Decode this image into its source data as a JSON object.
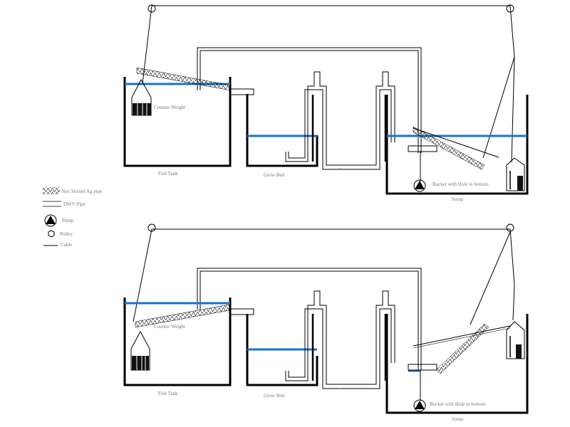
{
  "diagrams": [
    {
      "labels": {
        "fish_tank": "Fish Tank",
        "grow_bed": "Grow Bed",
        "sump": "Sump",
        "counter_weight": "Counter Weight",
        "bucket": "Bucket with Hole in bottom."
      }
    },
    {
      "labels": {
        "fish_tank": "Fish Tank",
        "grow_bed": "Grow Bed",
        "sump": "Sump",
        "counter_weight": "Counter Weight",
        "bucket": "Bucket with Hole in bottom."
      }
    }
  ],
  "legend": [
    {
      "icon": "wavy-pipe-icon",
      "label": "Non Slotted Ag pipe"
    },
    {
      "icon": "double-line-pipe-icon",
      "label": "DWV Pipe"
    },
    {
      "icon": "pump-icon",
      "label": "Pump"
    },
    {
      "icon": "pulley-icon",
      "label": "Pulley"
    },
    {
      "icon": "cable-line-icon",
      "label": "Cable"
    }
  ],
  "colors": {
    "water": "#1a73c9",
    "stroke": "#000000",
    "label": "#7a7a7a"
  }
}
